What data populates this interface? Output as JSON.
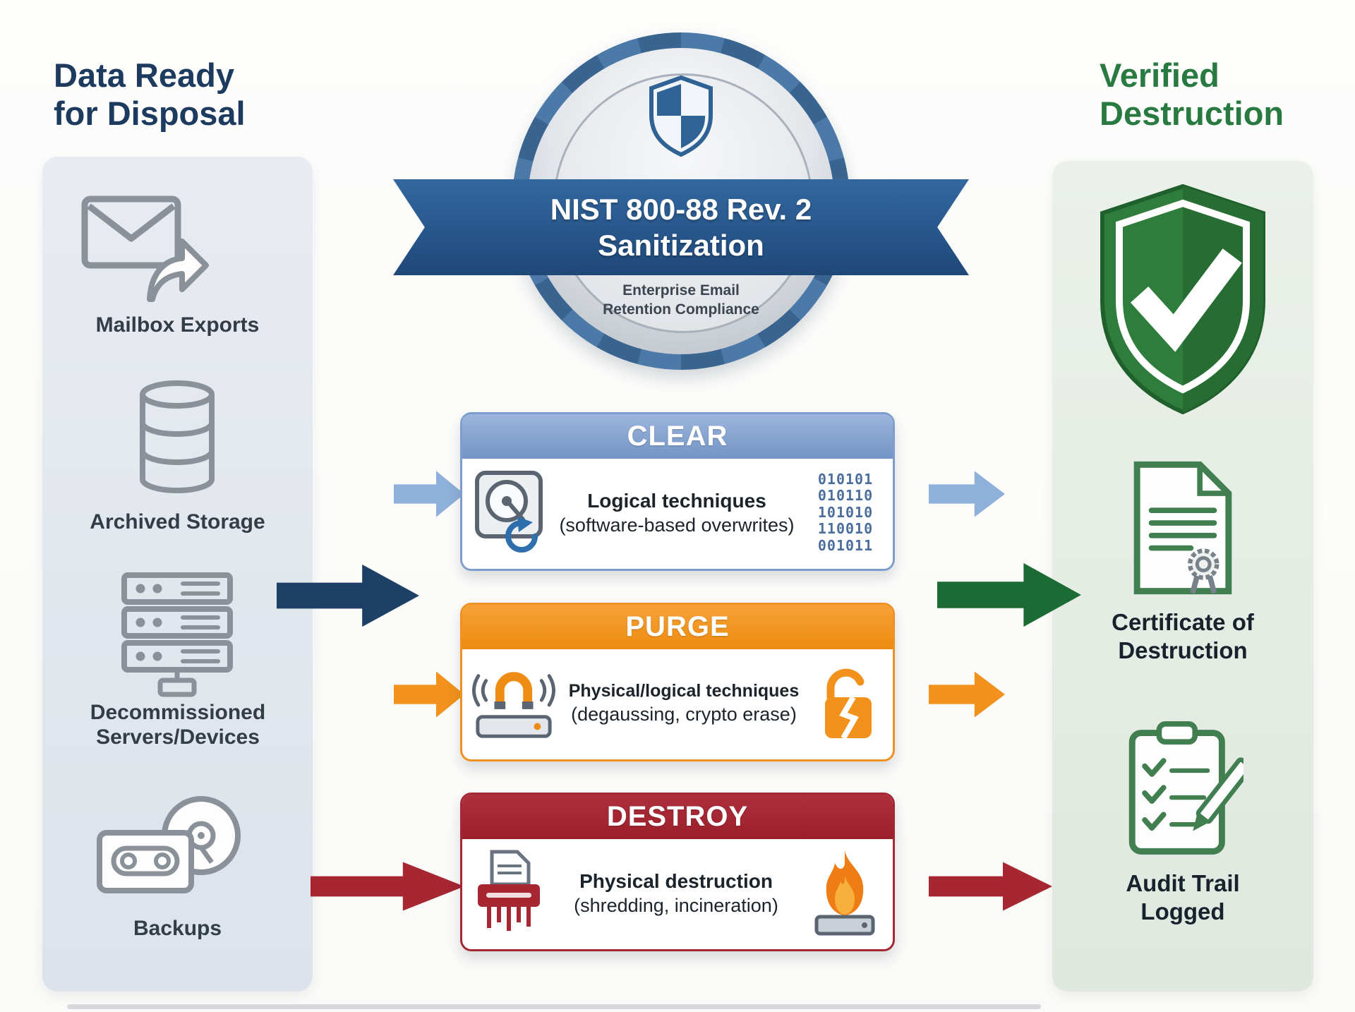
{
  "left_panel": {
    "title": "Data Ready for Disposal",
    "items": [
      {
        "label": "Mailbox Exports"
      },
      {
        "label": "Archived Storage"
      },
      {
        "label": "Decommissioned Servers/Devices"
      },
      {
        "label": "Backups"
      }
    ]
  },
  "badge": {
    "title": "NIST 800-88 Rev. 2\nSanitization",
    "caption": "Enterprise Email\nRetention Compliance"
  },
  "methods": {
    "clear": {
      "title": "CLEAR",
      "technique": "Logical techniques",
      "detail": "(software-based overwrites)",
      "binary": [
        "010101",
        "010110",
        "101010",
        "110010",
        "001011"
      ]
    },
    "purge": {
      "title": "PURGE",
      "technique": "Physical/logical techniques",
      "detail": "(degaussing, crypto erase)"
    },
    "destroy": {
      "title": "DESTROY",
      "technique": "Physical destruction",
      "detail": "(shredding, incineration)"
    }
  },
  "right_panel": {
    "title": "Verified Destruction",
    "items": [
      {
        "label": "Certificate of Destruction"
      },
      {
        "label": "Audit Trail Logged"
      }
    ]
  },
  "colors": {
    "clear_blue": "#7d9ecd",
    "purge_orange": "#f2921d",
    "destroy_red": "#a62632",
    "flow_navy": "#1e3f66",
    "verified_green": "#1d6b34",
    "title_navy": "#1d3a5f",
    "title_green": "#287a40"
  }
}
